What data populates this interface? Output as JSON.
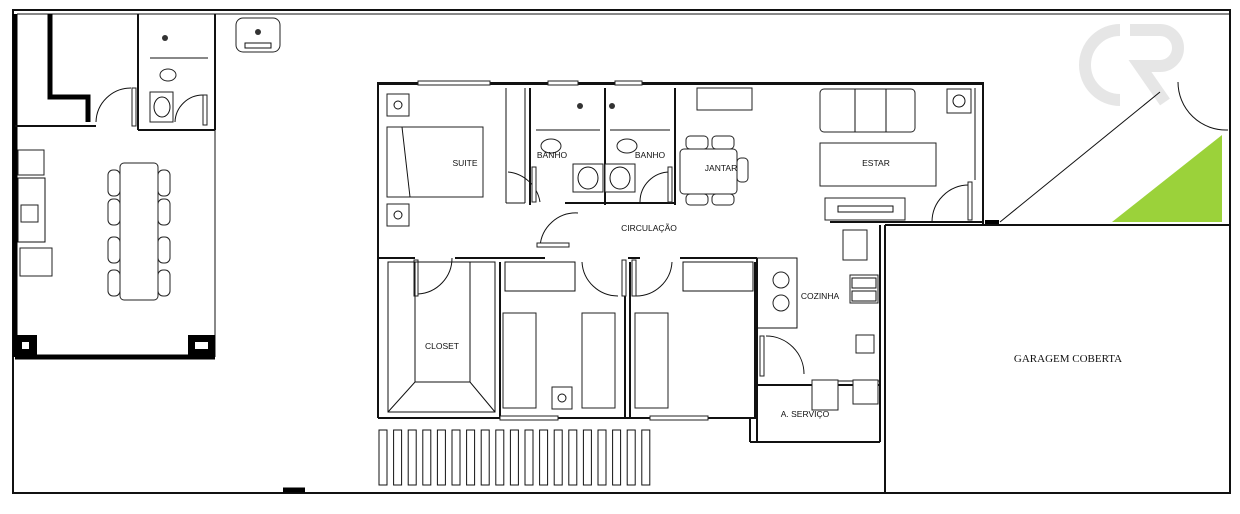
{
  "plan": {
    "rooms": {
      "suite": "SUITE",
      "banho_1": "BANHO",
      "banho_2": "BANHO",
      "jantar": "JANTAR",
      "estar": "ESTAR",
      "circulacao": "CIRCULAÇÃO",
      "closet": "CLOSET",
      "cozinha": "COZINHA",
      "servico": "A. SERVIÇO",
      "garagem": "GARAGEM COBERTA"
    },
    "colors": {
      "garden": "#9bd23a",
      "walls": "#111111",
      "background": "#ffffff"
    },
    "parking_stripes": 19
  }
}
